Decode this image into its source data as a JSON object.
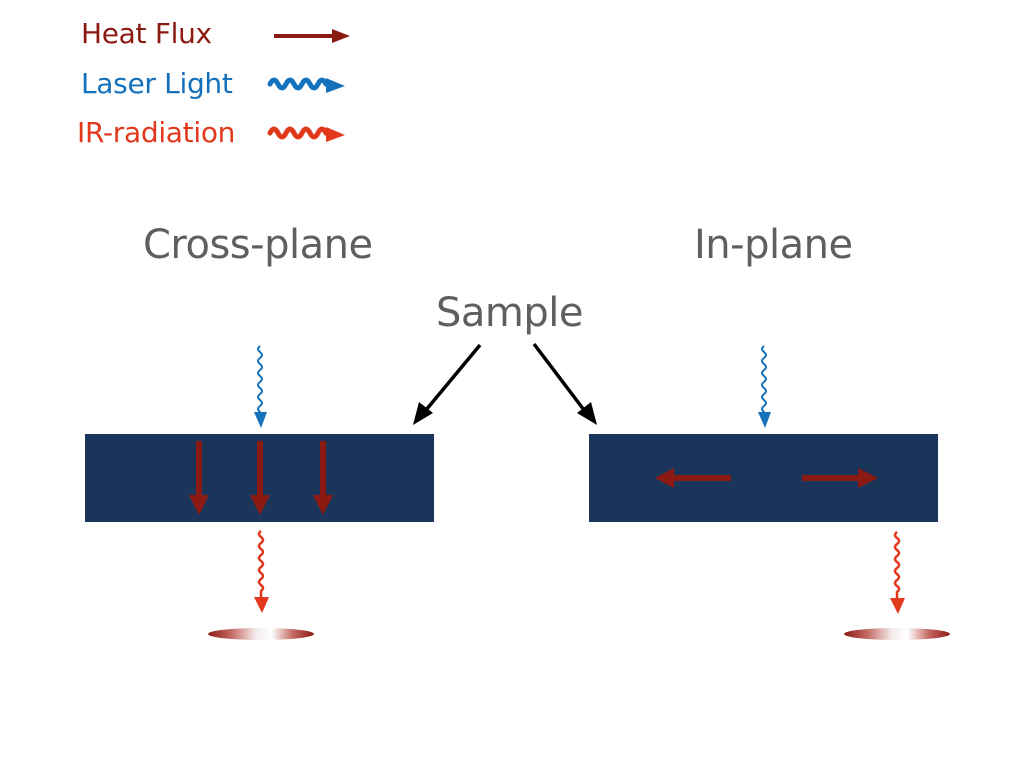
{
  "legend": {
    "heat_flux": {
      "label": "Heat Flux",
      "color": "#8b1a12",
      "icon": "straight-arrow-icon"
    },
    "laser_light": {
      "label": "Laser Light",
      "color": "#1671bd",
      "icon": "wavy-arrow-icon"
    },
    "ir_radiation": {
      "label": "IR-radiation",
      "color": "#e2381c",
      "icon": "wavy-arrow-icon"
    }
  },
  "panels": {
    "cross_plane": {
      "title": "Cross-plane"
    },
    "in_plane": {
      "title": "In-plane"
    }
  },
  "sample_label": "Sample",
  "colors": {
    "sample": "#1b355a",
    "title_text": "#5f5f5f",
    "pointer": "#000000"
  }
}
